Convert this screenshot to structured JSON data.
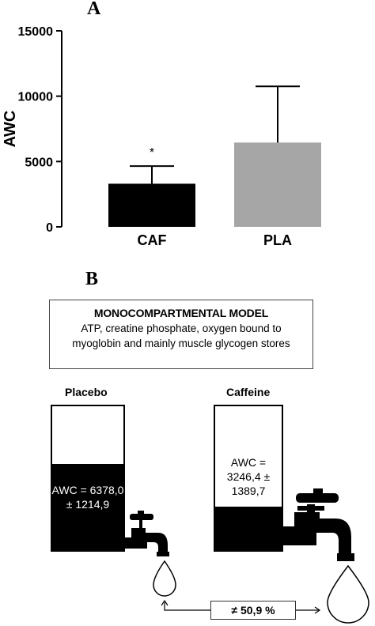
{
  "panels": {
    "a": "A",
    "b": "B"
  },
  "chart_data": {
    "type": "bar",
    "title": "",
    "xlabel": "",
    "ylabel": "AWC",
    "ylim": [
      0,
      15000
    ],
    "yticks": [
      0,
      5000,
      10000,
      15000
    ],
    "ytick_labels": [
      "0",
      "5000",
      "10000",
      "15000"
    ],
    "categories": [
      "CAF",
      "PLA"
    ],
    "values": [
      3300,
      6450
    ],
    "error_upper": [
      1350,
      4300
    ],
    "colors": [
      "#000000",
      "#a6a6a6"
    ],
    "annotations": [
      "*",
      ""
    ],
    "grid": false
  },
  "model": {
    "title": "MONOCOMPARTMENTAL MODEL",
    "description": "ATP, creatine phosphate, oxygen bound to myoglobin and mainly muscle glycogen stores"
  },
  "placebo": {
    "label": "Placebo",
    "awc": "AWC = 6378,0 ± 1214,9",
    "fill_fraction": 0.6
  },
  "caffeine": {
    "label": "Caffeine",
    "awc": "AWC = 3246,4 ± 1389,7",
    "fill_fraction": 0.3
  },
  "difference": "≠ 50,9 %"
}
